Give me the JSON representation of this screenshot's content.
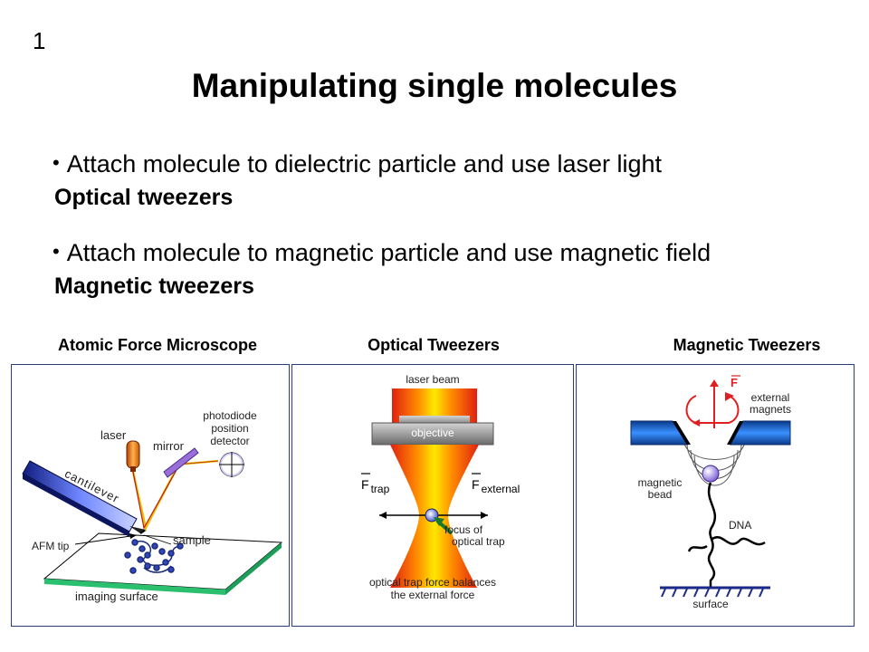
{
  "slide_number": "1",
  "title": "Manipulating single molecules",
  "bullets": [
    {
      "text": "Attach molecule to dielectric particle and use laser light",
      "label": "Optical tweezers"
    },
    {
      "text": "Attach molecule to magnetic particle and use magnetic field",
      "label": "Magnetic tweezers"
    }
  ],
  "panels": {
    "afm": {
      "title": "Atomic Force Microscope",
      "labels": {
        "laser": "laser",
        "mirror": "mirror",
        "detector_1": "photodiode",
        "detector_2": "position",
        "detector_3": "detector",
        "cantilever": "cantilever",
        "sample": "sample",
        "tip": "AFM tip",
        "surface": "imaging surface"
      }
    },
    "optical": {
      "title": "Optical Tweezers",
      "labels": {
        "beam": "laser beam",
        "objective": "objective",
        "f_trap_f": "F",
        "f_trap_sub": "trap",
        "f_ext_f": "F",
        "f_ext_sub": "external",
        "focus_1": "focus of",
        "focus_2": "optical trap",
        "caption_1": "optical trap force balances",
        "caption_2": "the external force"
      }
    },
    "magnetic": {
      "title": "Magnetic Tweezers",
      "labels": {
        "f": "F",
        "magnets_1": "external",
        "magnets_2": "magnets",
        "bead_1": "magnetic",
        "bead_2": "bead",
        "dna": "DNA",
        "surface": "surface"
      }
    }
  },
  "colors": {
    "panel_border": "#2a3d7a",
    "laser_orange": "#f07a00",
    "beam_red": "#e03010",
    "beam_yellow": "#ffe000",
    "magnet_blue": "#1f6fd0",
    "bead_purple": "#8a6ee0",
    "force_red": "#e02020"
  },
  "icons": [
    "afm-diagram",
    "optical-trap-diagram",
    "magnetic-tweezers-diagram"
  ]
}
